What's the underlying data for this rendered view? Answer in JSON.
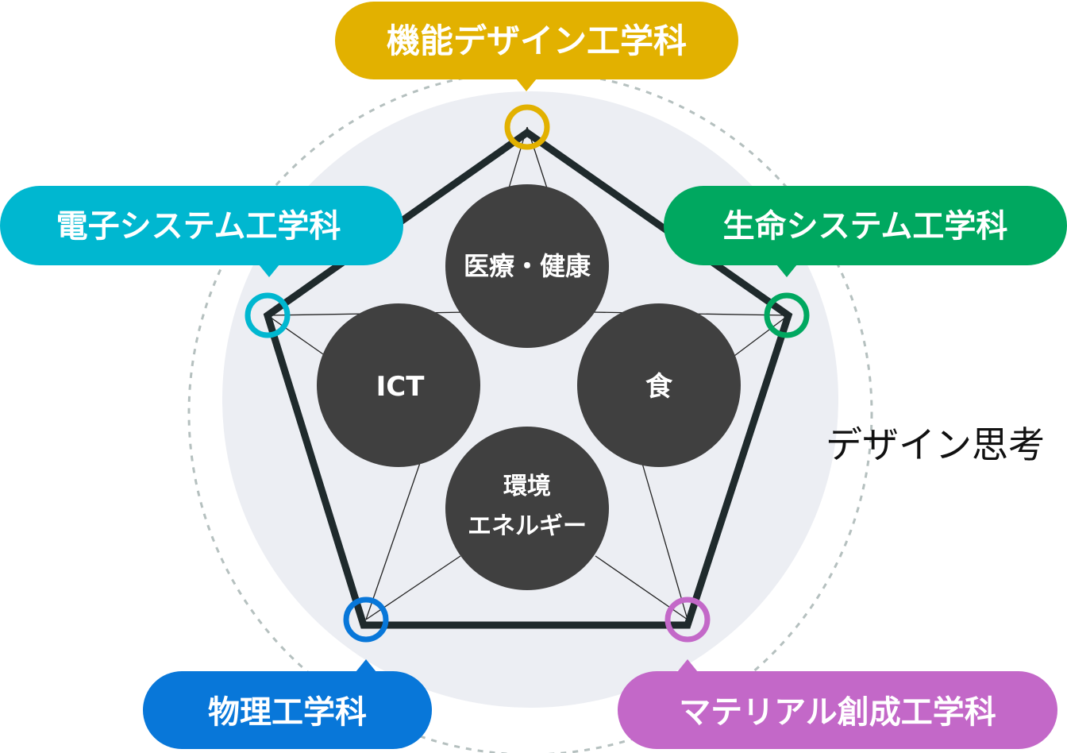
{
  "concept_label": "デザイン思考",
  "departments": [
    {
      "id": "kinou",
      "label": "機能デザイン工学科",
      "color": "#E2B100"
    },
    {
      "id": "seimei",
      "label": "生命システム工学科",
      "color": "#00A860"
    },
    {
      "id": "material",
      "label": "マテリアル創成工学科",
      "color": "#C368C8"
    },
    {
      "id": "butsuri",
      "label": "物理工学科",
      "color": "#0877D9"
    },
    {
      "id": "denshi",
      "label": "電子システム工学科",
      "color": "#00B7D0"
    }
  ],
  "hubs": [
    {
      "id": "medical",
      "lines": [
        "医療・健康"
      ]
    },
    {
      "id": "food",
      "lines": [
        "食"
      ]
    },
    {
      "id": "environment",
      "lines": [
        "環境",
        "エネルギー"
      ]
    },
    {
      "id": "ict",
      "lines": [
        "ICT"
      ]
    }
  ],
  "colors": {
    "pentagon": "#1F2A2C",
    "hub_fill": "#404040",
    "background_disc": "#ECEEF3",
    "dashed_ring": "#B5C0BF"
  }
}
